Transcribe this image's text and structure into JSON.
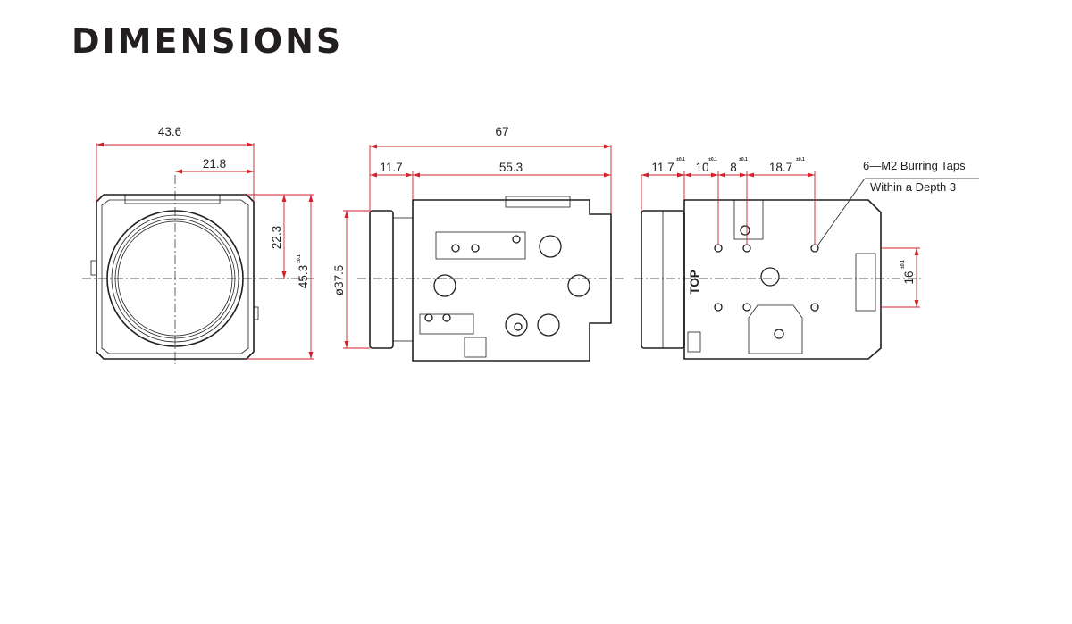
{
  "title": "DIMENSIONS",
  "front_view": {
    "width": "43.6",
    "half_width": "21.8",
    "height": "45.3",
    "height_tol": "±0.1",
    "half_height": "22.3"
  },
  "side_view": {
    "length": "67",
    "lens_length": "11.7",
    "body_length": "55.3",
    "diameter": "ø37.5"
  },
  "bottom_view": {
    "offset": "11.7",
    "offset_tol": "±0.1",
    "spacing_a": "10",
    "spacing_a_tol": "±0.1",
    "spacing_b": "8",
    "spacing_b_tol": "±0.1",
    "spacing_c": "18.7",
    "spacing_c_tol": "±0.1",
    "vertical": "16",
    "vertical_tol": "±0.1",
    "top_label": "TOP",
    "note_line1": "6—M2  Burring  Taps",
    "note_line2": "Within  a  Depth  3"
  },
  "colors": {
    "outline": "#231f20",
    "dimension": "#d2222d"
  }
}
